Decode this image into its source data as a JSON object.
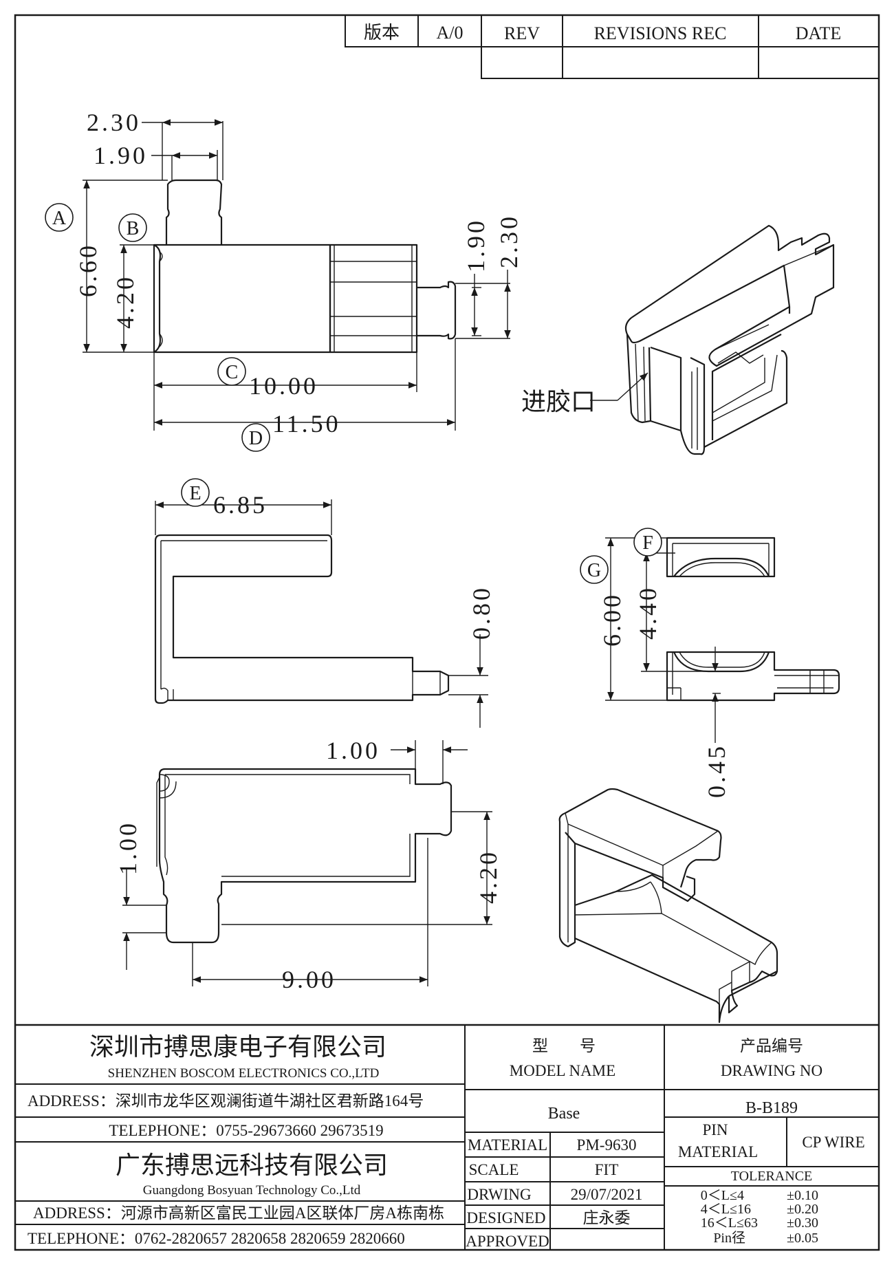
{
  "revision_table": {
    "version_label": "版本",
    "version_value": "A/0",
    "rev_label": "REV",
    "revisions_label": "REVISIONS REC",
    "date_label": "DATE"
  },
  "dimensions": {
    "d_2_30_top": "2.30",
    "d_1_90_top": "1.90",
    "d_6_60": "6.60",
    "d_4_20_left": "4.20",
    "d_10_00": "10.00",
    "d_11_50": "11.50",
    "d_1_90_right": "1.90",
    "d_2_30_right": "2.30",
    "d_6_85": "6.85",
    "d_0_80": "0.80",
    "d_6_00": "6.00",
    "d_4_40": "4.40",
    "d_0_45": "0.45",
    "d_1_00_top": "1.00",
    "d_1_00_left": "1.00",
    "d_4_20_bottom": "4.20",
    "d_9_00": "9.00"
  },
  "callouts": {
    "a": "A",
    "b": "B",
    "c": "C",
    "d": "D",
    "e": "E",
    "f": "F",
    "g": "G"
  },
  "annotations": {
    "gate": "进胶口"
  },
  "title_block": {
    "company1_cn": "深圳市搏思康电子有限公司",
    "company1_en": "SHENZHEN BOSCOM ELECTRONICS CO.,LTD",
    "address1": "ADDRESS：深圳市龙华区观澜街道牛湖社区君新路164号",
    "telephone1": "TELEPHONE：0755-29673660 29673519",
    "company2_cn": "广东搏思远科技有限公司",
    "company2_en": "Guangdong Bosyuan Technology Co.,Ltd",
    "address2": "ADDRESS：河源市高新区富民工业园A区联体厂房A栋南栋",
    "telephone2": "TELEPHONE：0762-2820657 2820658 2820659 2820660",
    "model_label_cn": "型　　号",
    "model_label_en": "MODEL NAME",
    "model_value": "Base",
    "drawing_no_label_cn": "产品编号",
    "drawing_no_label_en": "DRAWING NO",
    "drawing_no_value": "B-B189",
    "material_label": "MATERIAL",
    "material_value": "PM-9630",
    "pin_label_1": "PIN",
    "pin_label_2": "MATERIAL",
    "pin_value": "CP WIRE",
    "scale_label": "SCALE",
    "scale_value": "FIT",
    "tolerance_label": "TOLERANCE",
    "drawing_label": "DRWING",
    "drawing_value": "29/07/2021",
    "designed_label": "DESIGNED",
    "designed_value": "庄永委",
    "approved_label": "APPROVED",
    "approved_value": "",
    "tolerances": [
      {
        "range": "0＜L≤4",
        "value": "±0.10"
      },
      {
        "range": "4＜L≤16",
        "value": "±0.20"
      },
      {
        "range": "16＜L≤63",
        "value": "±0.30"
      },
      {
        "range": "Pin径",
        "value": "±0.05"
      }
    ]
  }
}
